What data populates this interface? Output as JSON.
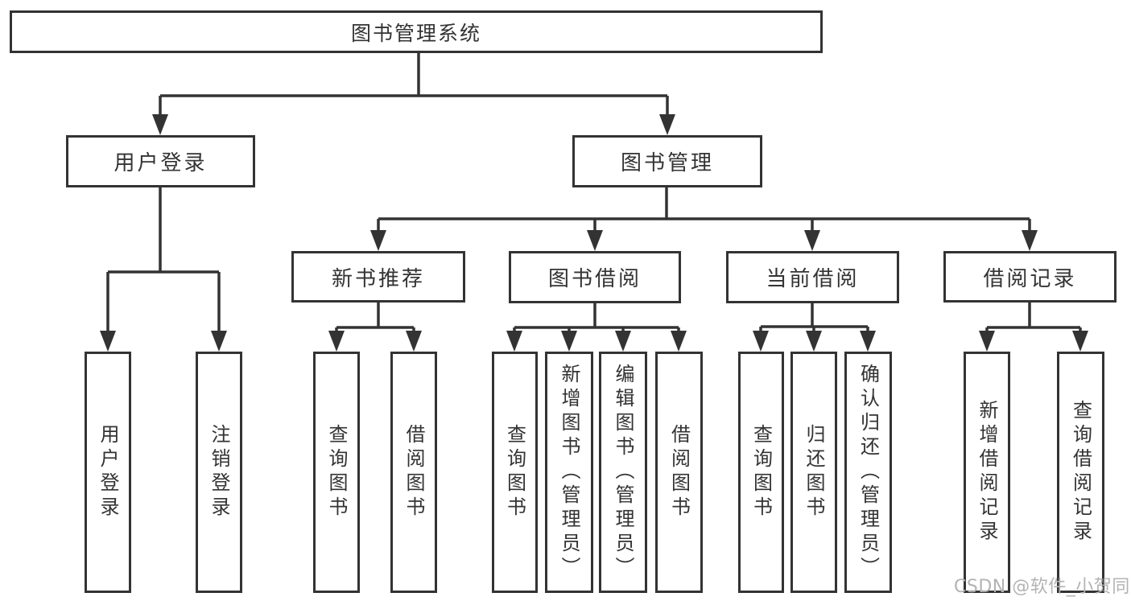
{
  "nodes": {
    "root": "图书管理系统",
    "user_login": "用户登录",
    "book_mgmt": "图书管理",
    "new_book_rec": "新书推荐",
    "book_borrow": "图书借阅",
    "current_borrow": "当前借阅",
    "borrow_record": "借阅记录",
    "ul_user_login": "用户登录",
    "ul_logout": "注销登录",
    "nbr_query": "查询图书",
    "nbr_borrow": "借阅图书",
    "bb_query": "查询图书",
    "bb_add": "新增图书（管理员）",
    "bb_edit": "编辑图书（管理员）",
    "bb_borrow": "借阅图书",
    "cb_query": "查询图书",
    "cb_return": "归还图书",
    "cb_confirm": "确认归还（管理员）",
    "br_add": "新增借阅记录",
    "br_query": "查询借阅记录"
  },
  "watermark": {
    "text": "CSDN @软件_小贺同学"
  },
  "colors": {
    "line": "#333333",
    "text": "#333333",
    "box_background": "#ffffff",
    "page_background": "#ffffff",
    "watermark": "#b3b3b3"
  }
}
